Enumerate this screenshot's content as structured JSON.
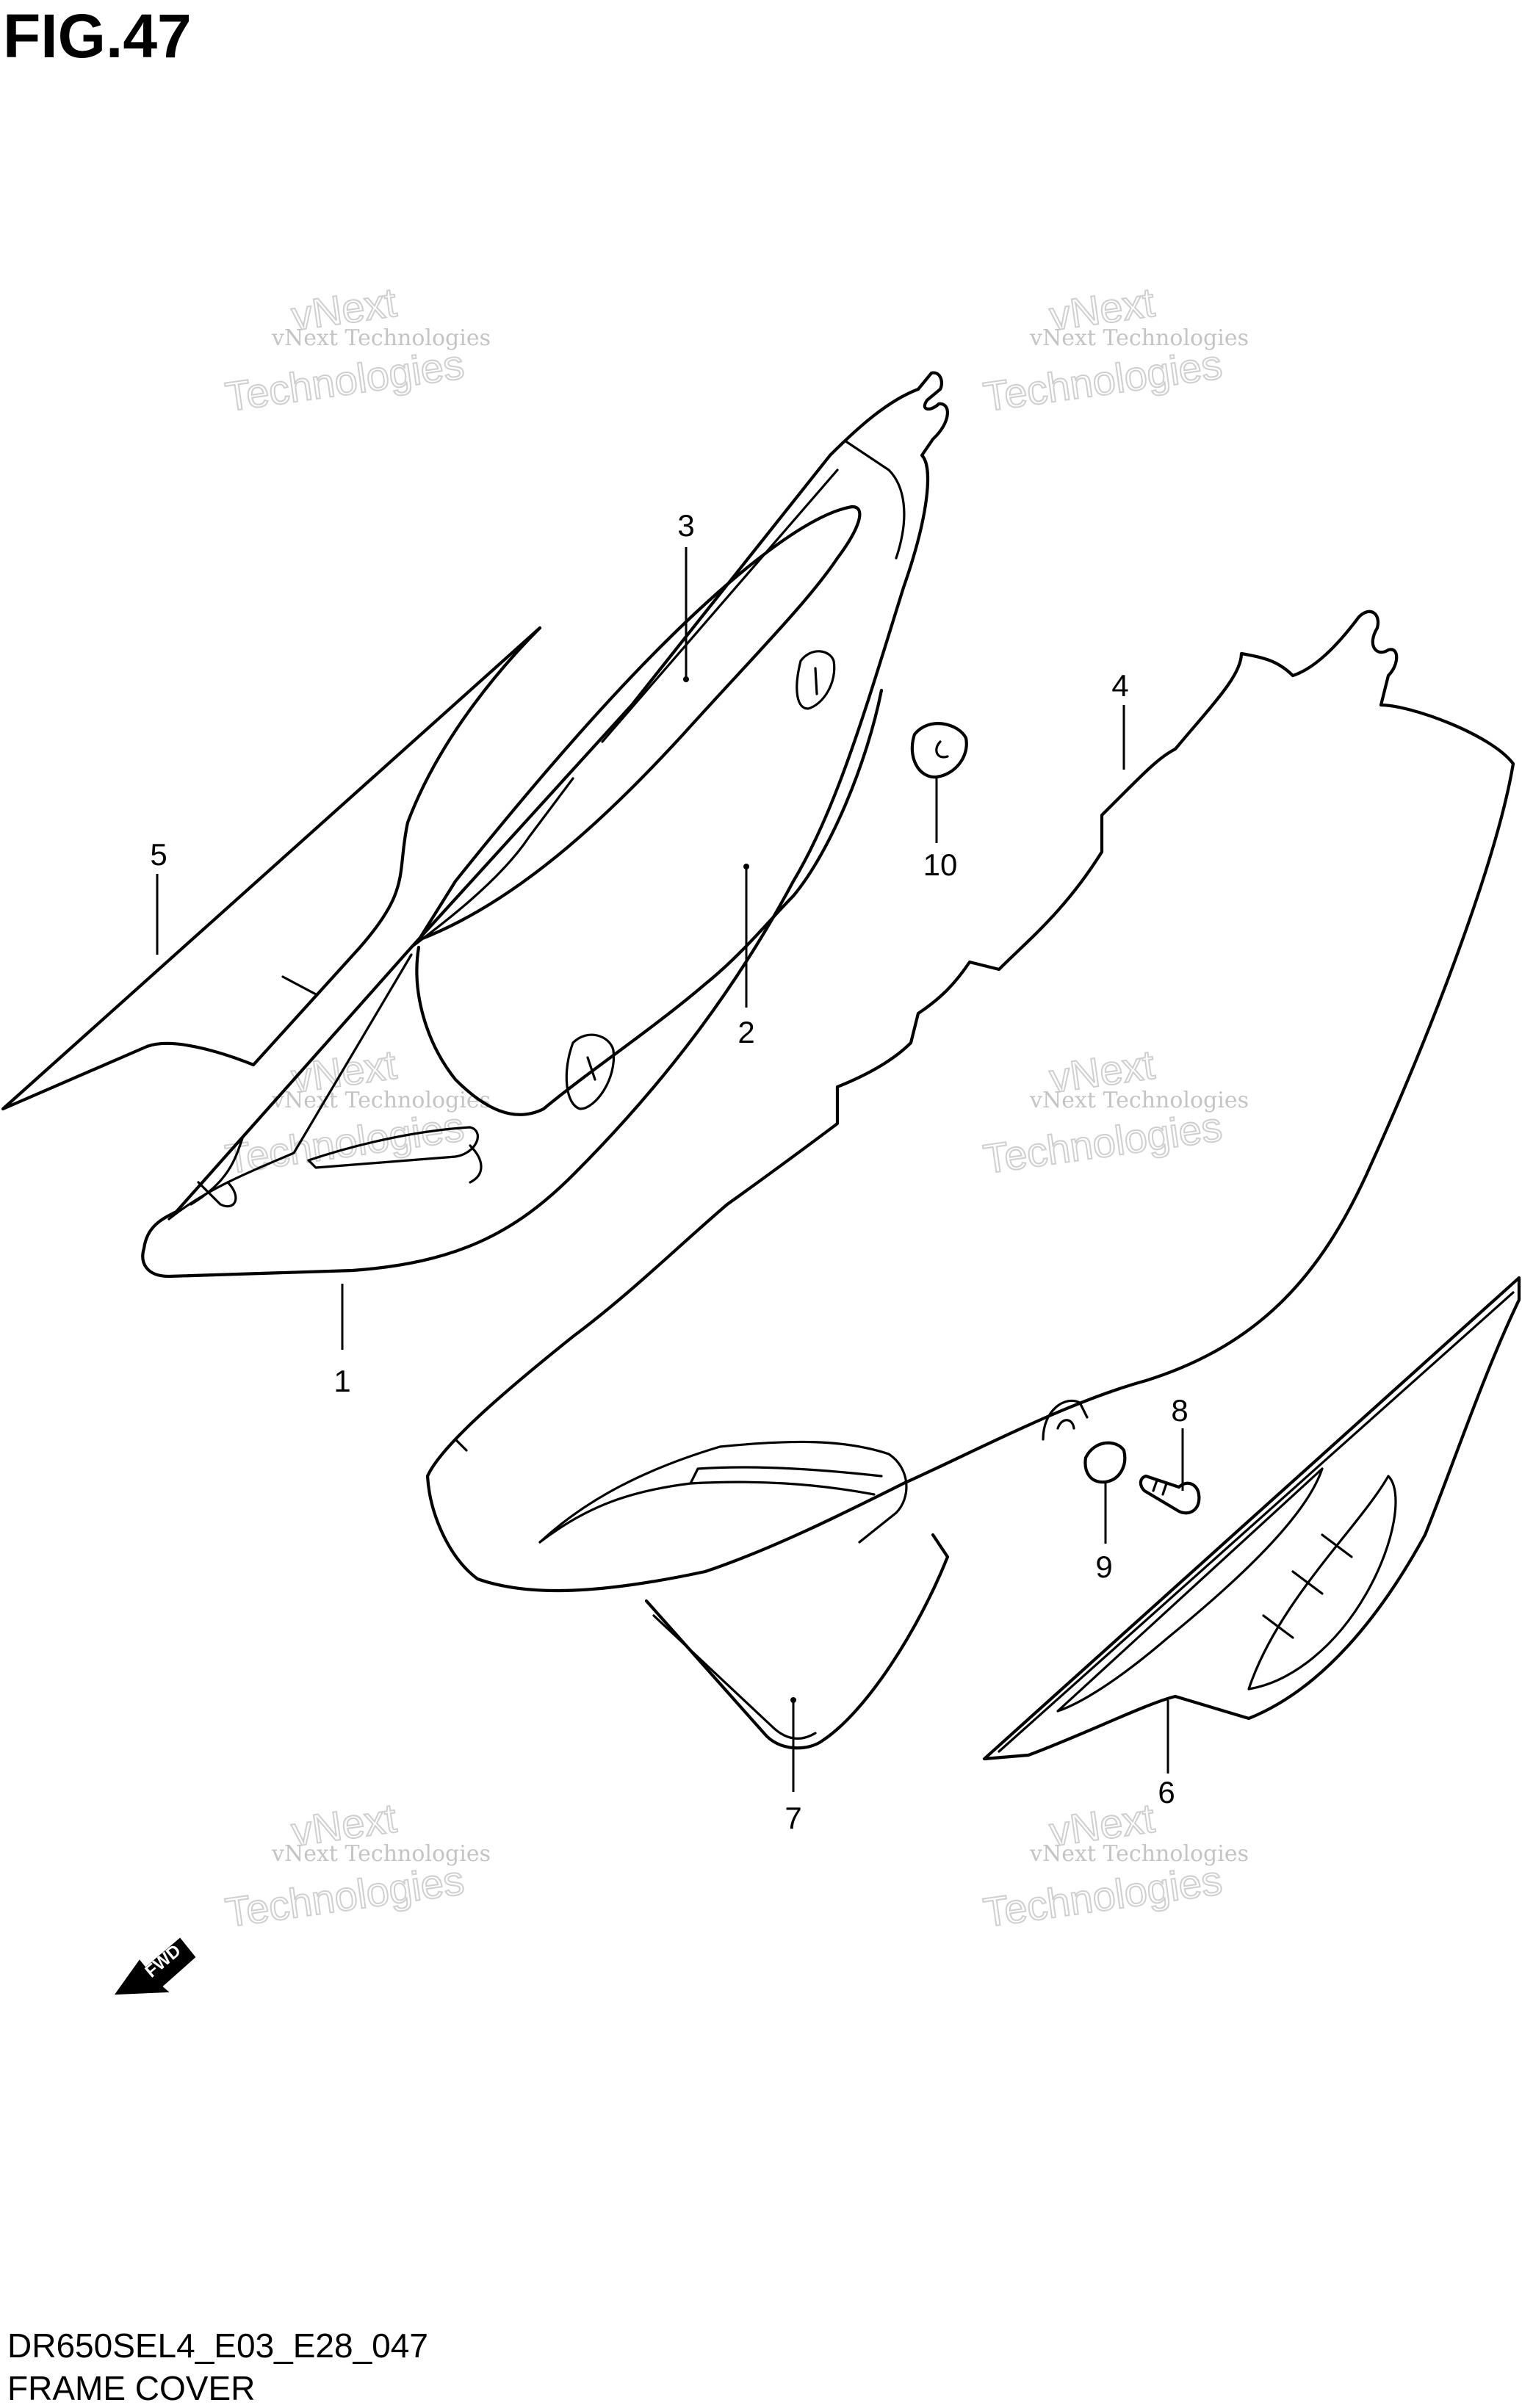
{
  "figure": {
    "title": "FIG.47",
    "code": "DR650SEL4_E03_E28_047",
    "caption": "FRAME COVER"
  },
  "watermark": {
    "line1": "vNext Technologies",
    "line2": "vNext",
    "line3": "Technologies"
  },
  "fwd_label": "FWD",
  "callouts": [
    {
      "number": "1"
    },
    {
      "number": "2"
    },
    {
      "number": "3"
    },
    {
      "number": "4"
    },
    {
      "number": "5"
    },
    {
      "number": "6"
    },
    {
      "number": "7"
    },
    {
      "number": "8"
    },
    {
      "number": "9"
    },
    {
      "number": "10"
    }
  ]
}
